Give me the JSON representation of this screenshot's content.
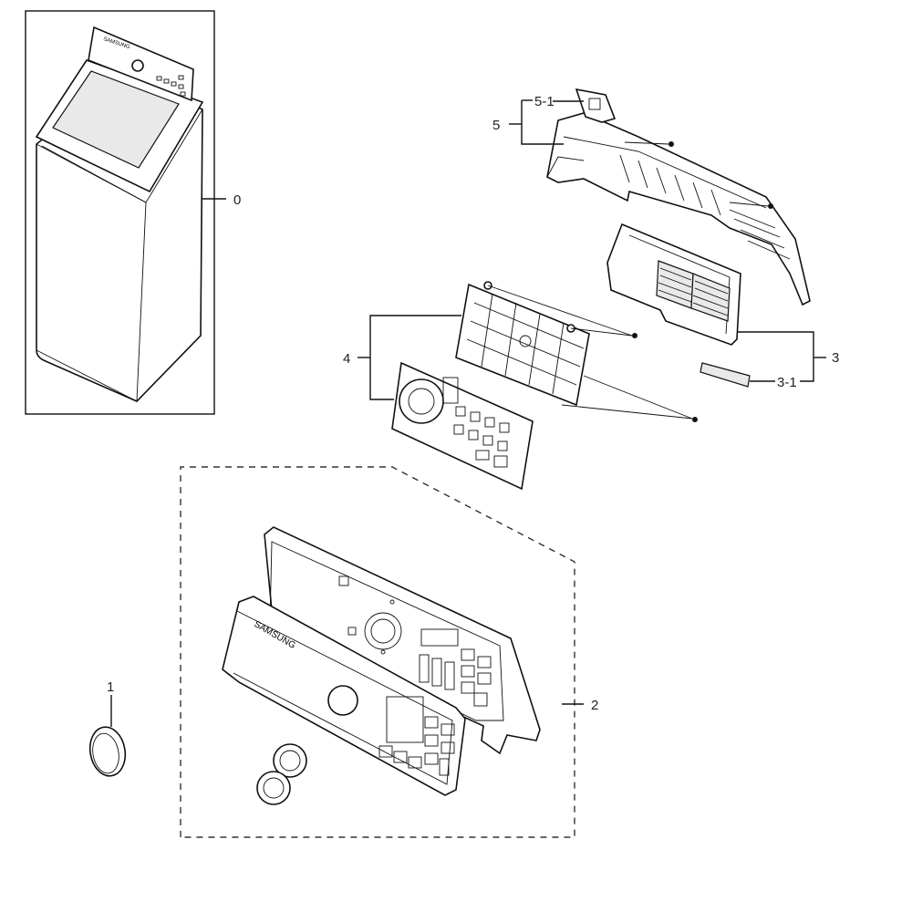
{
  "diagram": {
    "brand_text": "SAMSUNG",
    "callouts": {
      "c0": "0",
      "c1": "1",
      "c2": "2",
      "c3": "3",
      "c3_1": "3-1",
      "c4": "4",
      "c5": "5",
      "c5_1": "5-1"
    },
    "parts": [
      {
        "id": "0",
        "name": "washer-assembly"
      },
      {
        "id": "1",
        "name": "knob"
      },
      {
        "id": "2",
        "name": "control-panel-assembly"
      },
      {
        "id": "3",
        "name": "pcb-cover"
      },
      {
        "id": "3-1",
        "name": "label"
      },
      {
        "id": "4",
        "name": "main-pcb-assembly"
      },
      {
        "id": "5",
        "name": "control-panel-bracket"
      },
      {
        "id": "5-1",
        "name": "connector"
      }
    ]
  }
}
